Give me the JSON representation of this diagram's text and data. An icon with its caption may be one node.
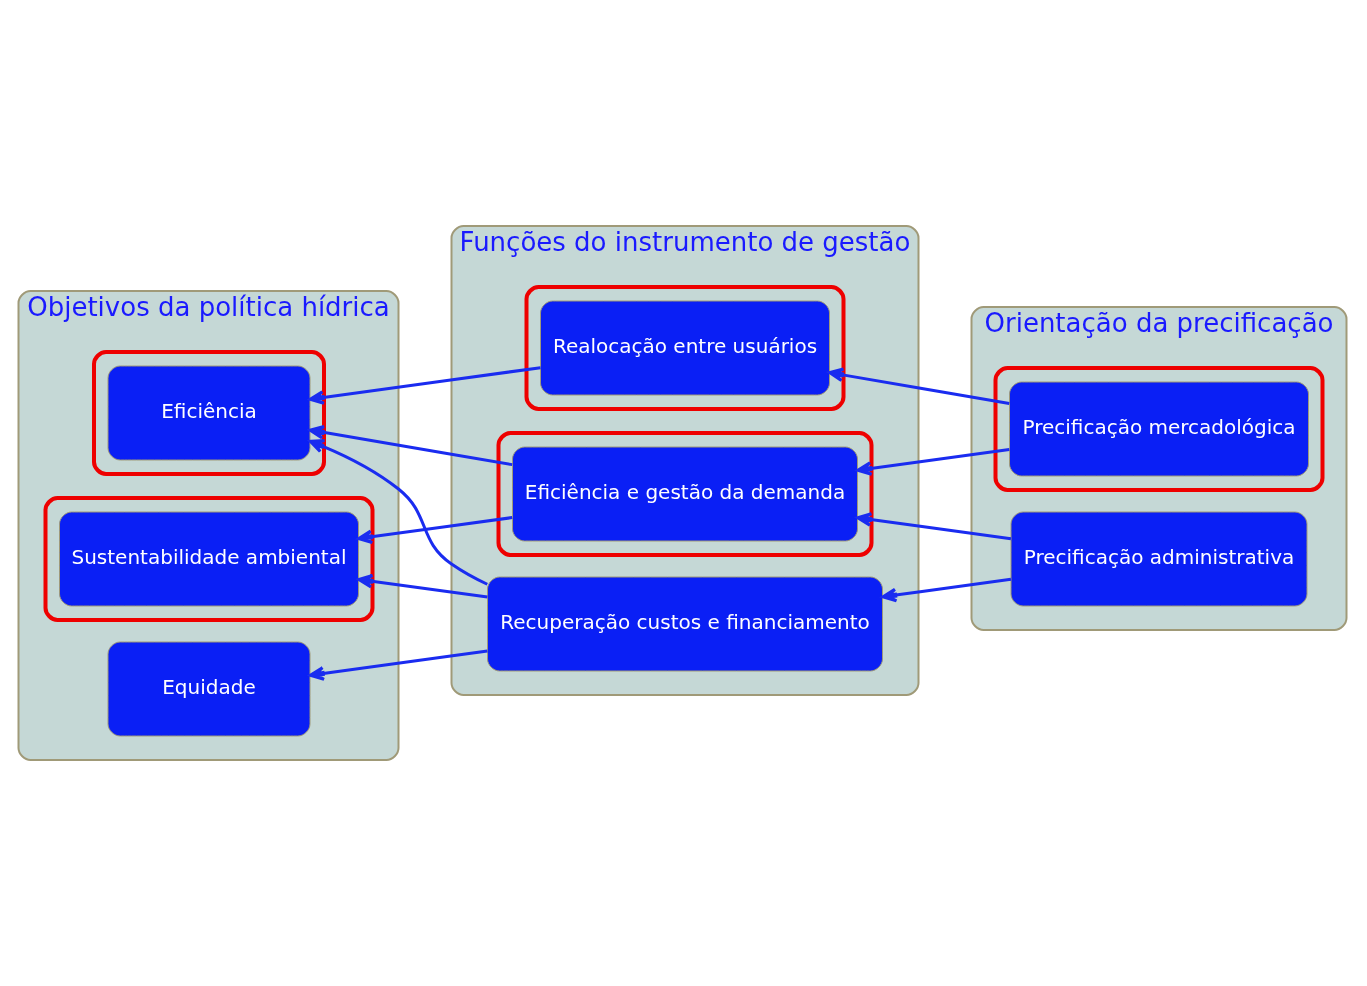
{
  "diagram": {
    "nodes": [
      {
        "text": [
          "Objetivos da política hídrica"
        ]
      },
      {
        "text": [
          "Funções do instrumento de gestão"
        ]
      },
      {
        "text": [
          "Orientação da precificação"
        ]
      },
      {
        "text": [
          "Equidade"
        ],
        "in": 0
      },
      {
        "text": [
          "Recuperação custos e financiamento"
        ],
        "in": 1
      },
      {
        "text": [
          "Precificação administrativa"
        ],
        "in": 2
      },
      {
        "text": [],
        "shape": "box",
        "in": 0
      },
      {
        "text": [
          "Eficiência"
        ],
        "in": 6
      },
      {
        "text": [],
        "shape": "box",
        "in": 1
      },
      {
        "text": [
          "Eficiência e gestão da demanda"
        ],
        "in": 8
      },
      {
        "text": [],
        "shape": "box",
        "in": 2
      },
      {
        "text": [
          "Precificação mercadológica"
        ],
        "in": 10
      },
      {
        "text": [],
        "shape": "box",
        "in": 0
      },
      {
        "text": [
          "Sustentabilidade ambiental"
        ],
        "in": 12
      },
      {
        "text": [],
        "shape": "box",
        "in": 1
      },
      {
        "text": [
          "Realocação entre usuários"
        ],
        "in": 14
      }
    ],
    "edges": [
      {
        "from": 4,
        "to": 3,
        "arrow": "to"
      },
      {
        "from": 4,
        "to": 7,
        "arrow": "to"
      },
      {
        "from": 4,
        "to": 13,
        "arrow": "to"
      },
      {
        "from": 9,
        "to": 7,
        "arrow": "to"
      },
      {
        "from": 9,
        "to": 13,
        "arrow": "to"
      },
      {
        "from": 15,
        "to": 7,
        "arrow": "to"
      },
      {
        "from": 5,
        "to": 4,
        "arrow": "to"
      },
      {
        "from": 5,
        "to": 9,
        "arrow": "to"
      },
      {
        "from": 11,
        "to": 9,
        "arrow": "to"
      },
      {
        "from": 11,
        "to": 15,
        "arrow": "to"
      }
    ]
  }
}
